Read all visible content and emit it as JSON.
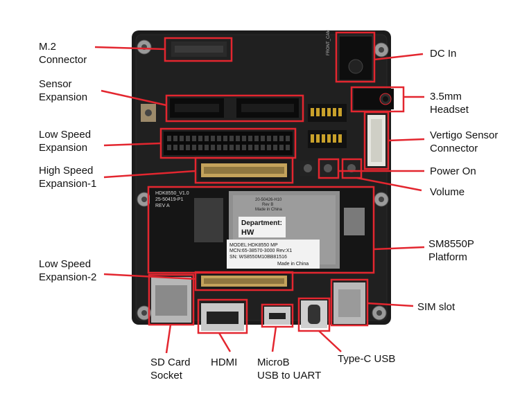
{
  "labels": {
    "m2": "M.2\nConnector",
    "sensor_exp": "Sensor\nExpansion",
    "low_speed": "Low Speed\nExpansion",
    "high_speed_1": "High Speed\nExpansion-1",
    "low_speed_2": "Low Speed\nExpansion-2",
    "dc_in": "DC In",
    "headset": "3.5mm\nHeadset",
    "vertigo": "Vertigo Sensor\nConnector",
    "power_on": "Power On",
    "volume": "Volume",
    "sm8550p": "SM8550P\nPlatform",
    "sim_slot": "SIM slot",
    "sd_card": "SD Card\nSocket",
    "hdmi": "HDMI",
    "microb": "MicroB\nUSB to UART",
    "typec": "Type-C USB"
  },
  "board_text": {
    "front_cam": "FRONT_CAM",
    "hdk_id": "HDK8550_V1.0",
    "part_no": "25-50419-P1",
    "rev": "REV A",
    "shield_part": "20-50426-H10",
    "shield_rev": "Rev B",
    "shield_origin": "Made in China",
    "dept_label": "Department:",
    "dept_value": "HW",
    "model": "MODEL:HDK8550 MP",
    "mcn": "MCN:65-38570-3000  Rev:X1",
    "sn": "SN:  WS8550M10BB81516",
    "made": "Made in China"
  },
  "colors": {
    "highlight": "#e3262f",
    "board": "#1a1a1a",
    "shield": "#8f8f8f"
  }
}
